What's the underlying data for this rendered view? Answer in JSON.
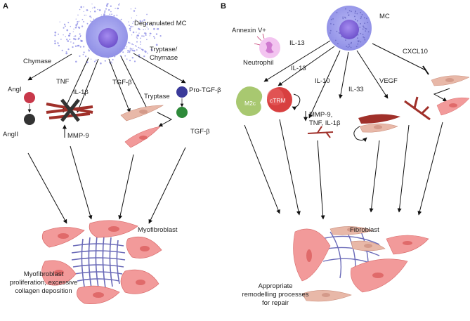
{
  "panel_a": {
    "letter": "A",
    "mast_cell": "Degranulated MC",
    "chymase": "Chymase",
    "tryptase_chymase_1": "Tryptase/",
    "tryptase_chymase_2": "Chymase",
    "tnf": "TNF",
    "il1b": "IL-1β",
    "tgfb": "TGF-β",
    "tryptase": "Tryptase",
    "pro_tgfb": "Pro-TGF-β",
    "tgfb_active": "TGF-β",
    "angi": "AngI",
    "angii": "AngII",
    "mmp9": "MMP-9",
    "myofibroblast": "Myofibroblast",
    "outcome_1": "Myofibroblast",
    "outcome_2": "proliferation, excessive",
    "outcome_3": "collagen deposition"
  },
  "panel_b": {
    "letter": "B",
    "mast_cell": "MC",
    "annexin": "Annexin V+",
    "neutrophil": "Neutrophil",
    "il13_a": "IL-13",
    "il13_b": "IL-13",
    "il10": "IL-10",
    "il33": "IL-33",
    "vegf": "VEGF",
    "cxcl10": "CXCL10",
    "m2c": "M2c",
    "ctrm": "cTRM",
    "mmp_1": "MMP-9,",
    "mmp_2": "TNF, IL-1β",
    "fibroblast": "Fibroblast",
    "outcome_1": "Appropriate",
    "outcome_2": "remodelling processes",
    "outcome_3": "for repair"
  },
  "colors": {
    "mast_cell": "#8f8fe6",
    "nucleus": "#7a5fd6",
    "myofibroblast": "#f29a9a",
    "fibroblast_tan": "#e8b8a8",
    "collagen": "#6a6ab8",
    "mmp_red": "#a0302a",
    "angi": "#c8384a",
    "pro_tgfb": "#3a3a9a",
    "tgfb": "#2e8a3a",
    "m2c": "#a8c870",
    "ctrm": "#d84040",
    "neutrophil": "#e6b0e6"
  }
}
